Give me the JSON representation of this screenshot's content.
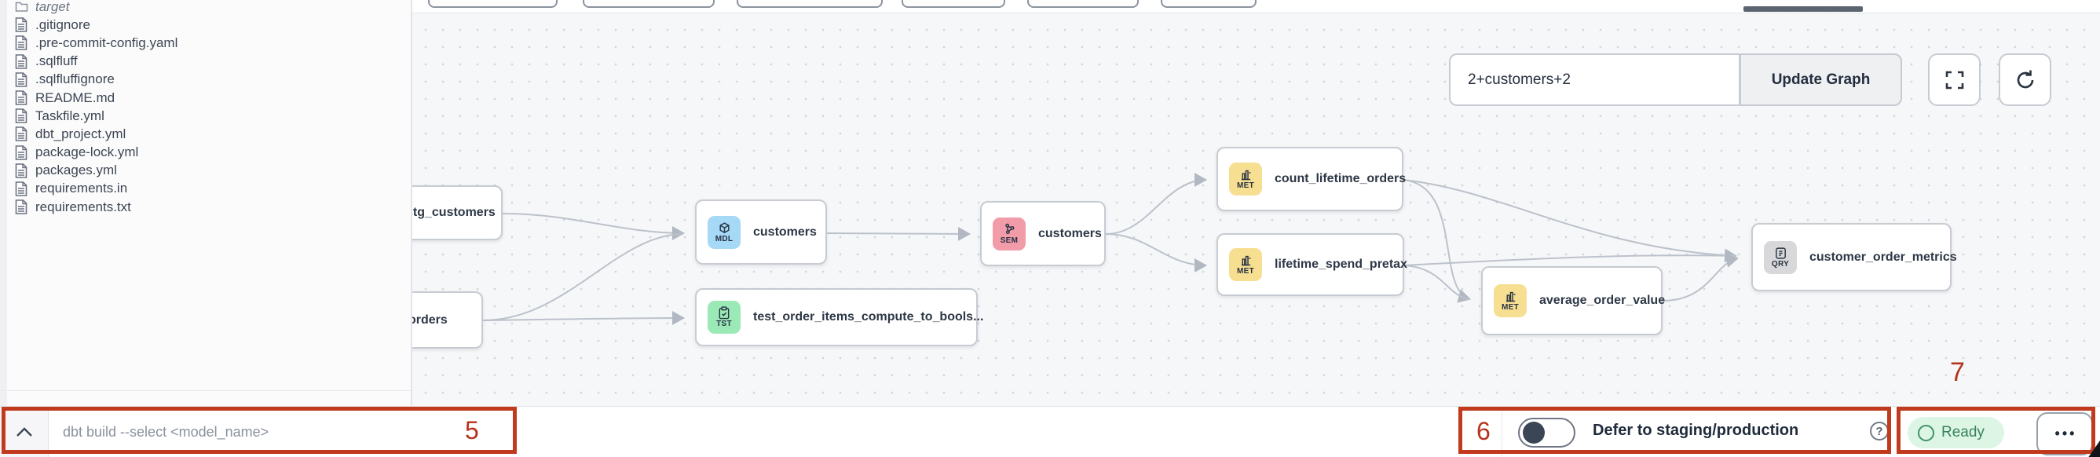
{
  "sidebar": {
    "items": [
      {
        "label": "target",
        "type": "folder"
      },
      {
        "label": ".gitignore",
        "type": "file"
      },
      {
        "label": ".pre-commit-config.yaml",
        "type": "file"
      },
      {
        "label": ".sqlfluff",
        "type": "file"
      },
      {
        "label": ".sqlfluffignore",
        "type": "file"
      },
      {
        "label": "README.md",
        "type": "file"
      },
      {
        "label": "Taskfile.yml",
        "type": "file"
      },
      {
        "label": "dbt_project.yml",
        "type": "file"
      },
      {
        "label": "package-lock.yml",
        "type": "file"
      },
      {
        "label": "packages.yml",
        "type": "file"
      },
      {
        "label": "requirements.in",
        "type": "file"
      },
      {
        "label": "requirements.txt",
        "type": "file"
      }
    ]
  },
  "graph": {
    "selector": {
      "value": "2+customers+2",
      "update_button": "Update Graph"
    },
    "nodes": [
      {
        "label": "stg_customers",
        "badge": "",
        "type": "model_cut"
      },
      {
        "label": "orders",
        "badge": "",
        "type": "model_cut"
      },
      {
        "label": "customers",
        "badge": "MDL",
        "type": "model"
      },
      {
        "label": "test_order_items_compute_to_bools...",
        "badge": "TST",
        "type": "test"
      },
      {
        "label": "customers",
        "badge": "SEM",
        "type": "semantic_model"
      },
      {
        "label": "count_lifetime_orders",
        "badge": "MET",
        "type": "metric"
      },
      {
        "label": "lifetime_spend_pretax",
        "badge": "MET",
        "type": "metric"
      },
      {
        "label": "average_order_value",
        "badge": "MET",
        "type": "metric"
      },
      {
        "label": "customer_order_metrics",
        "badge": "QRY",
        "type": "saved_query"
      }
    ]
  },
  "bottom_bar": {
    "command_placeholder": "dbt build --select <model_name>",
    "defer_toggle_label": "Defer to staging/production",
    "help_icon": "?",
    "status_label": "Ready",
    "menu_icon": "•••"
  },
  "annotations": {
    "command_input": "5",
    "defer_toggle": "6",
    "status_menu": "7"
  },
  "colors": {
    "annotation_red": "#C13A1E",
    "badge_model_blue": "#A5D9F6",
    "badge_semantic_pink": "#F19CA8",
    "badge_test_green": "#9CE9B8",
    "badge_metric_yellow": "#F7DF92",
    "badge_query_gray": "#D8D8DA",
    "status_ready_bg": "#DDF5E5",
    "status_ready_text": "#37835B",
    "canvas_bg": "#F6F7F9"
  }
}
